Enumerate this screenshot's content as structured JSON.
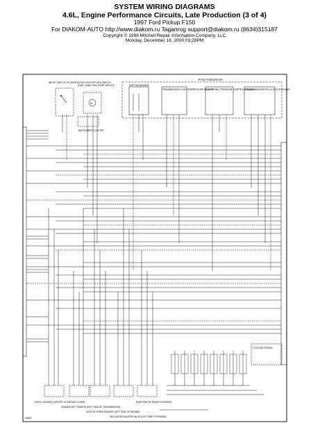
{
  "header": {
    "title": "SYSTEM WIRING DIAGRAMS",
    "subtitle": "4.6L, Engine Performance Circuits, Late Production (3 of 4)",
    "vehicle": "1997 Ford Pickup F150",
    "contact": "For DIAKOM-AUTO http://www.diakom.ru Taganrog support@diakom.ru (8634)315187",
    "copyright": "Copyright © 1998 Mitchell Repair Information Company, LLC",
    "date": "Monday, December 18, 2000  03:28PM"
  },
  "diagram": {
    "page_code": "G0820",
    "top_components": [
      {
        "label": "(RIGHT SIDE OF I/P) INERTIA FUEL SHUTOFF (IFS) SWITCH"
      },
      {
        "label": "(FUEL TANK) FUEL PUMP MODULE"
      },
      {
        "label": "INSTRUMENT CLUSTER"
      },
      {
        "label": "SHIFT SOLENOIDS"
      },
      {
        "label": "TRANSMISSION FLUID TEMPERATURE SENSOR"
      },
      {
        "label": "ELECTRONIC PRESSURE CONTROL SOLENOID"
      },
      {
        "label": "TORQUE CONVERTER CLUTCH SOLENOID"
      }
    ],
    "transmission_label": "4R70W TRANSMISSION",
    "bottom_components": [
      {
        "label": "KNOCK SENSOR (CENTER OF ENGINE COVER)"
      },
      {
        "label": "CRANKSHAFT SENSOR (LEFT SIDE OF TRANSMISSION)"
      },
      {
        "label": "VEHICLE SPEED SENSOR (LEFT SIDE OF ENGINE)"
      },
      {
        "label": "IDLE AIR REGULATOR VALVE (LEFT SIDE OF ENGINE)"
      },
      {
        "label": "EVAPORATIVE PURGE SOLENOID"
      }
    ],
    "splice_label": "C175 ELECTRONIC"
  }
}
